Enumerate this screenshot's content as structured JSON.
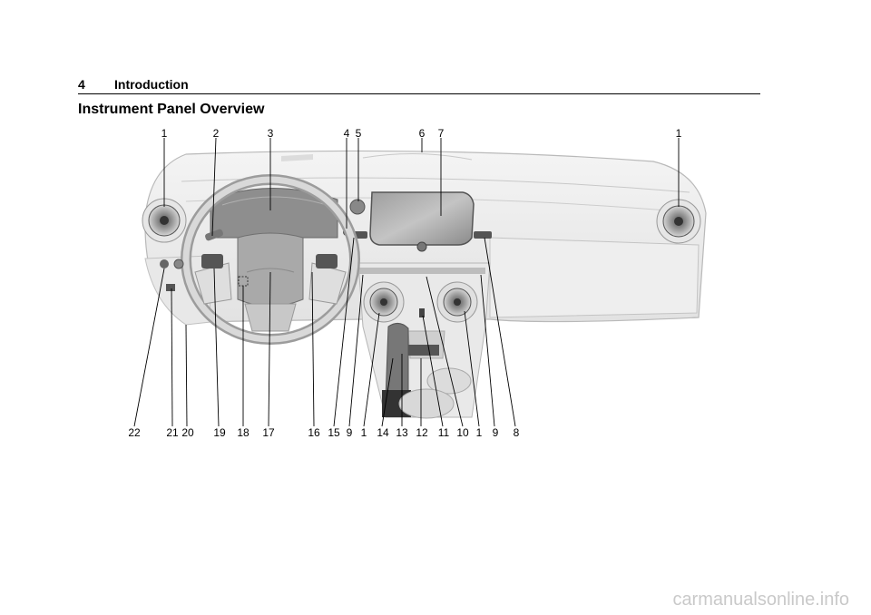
{
  "header": {
    "page_number": "4",
    "section": "Introduction"
  },
  "title": "Instrument Panel Overview",
  "callouts_top": [
    "1",
    "2",
    "3",
    "4",
    "5",
    "6",
    "7",
    "1"
  ],
  "callouts_bottom": [
    "22",
    "21",
    "20",
    "19",
    "18",
    "17",
    "16",
    "15",
    "9",
    "1",
    "14",
    "13",
    "12",
    "11",
    "10",
    "1",
    "9",
    "8"
  ],
  "watermark": "carmanualsonline.info"
}
